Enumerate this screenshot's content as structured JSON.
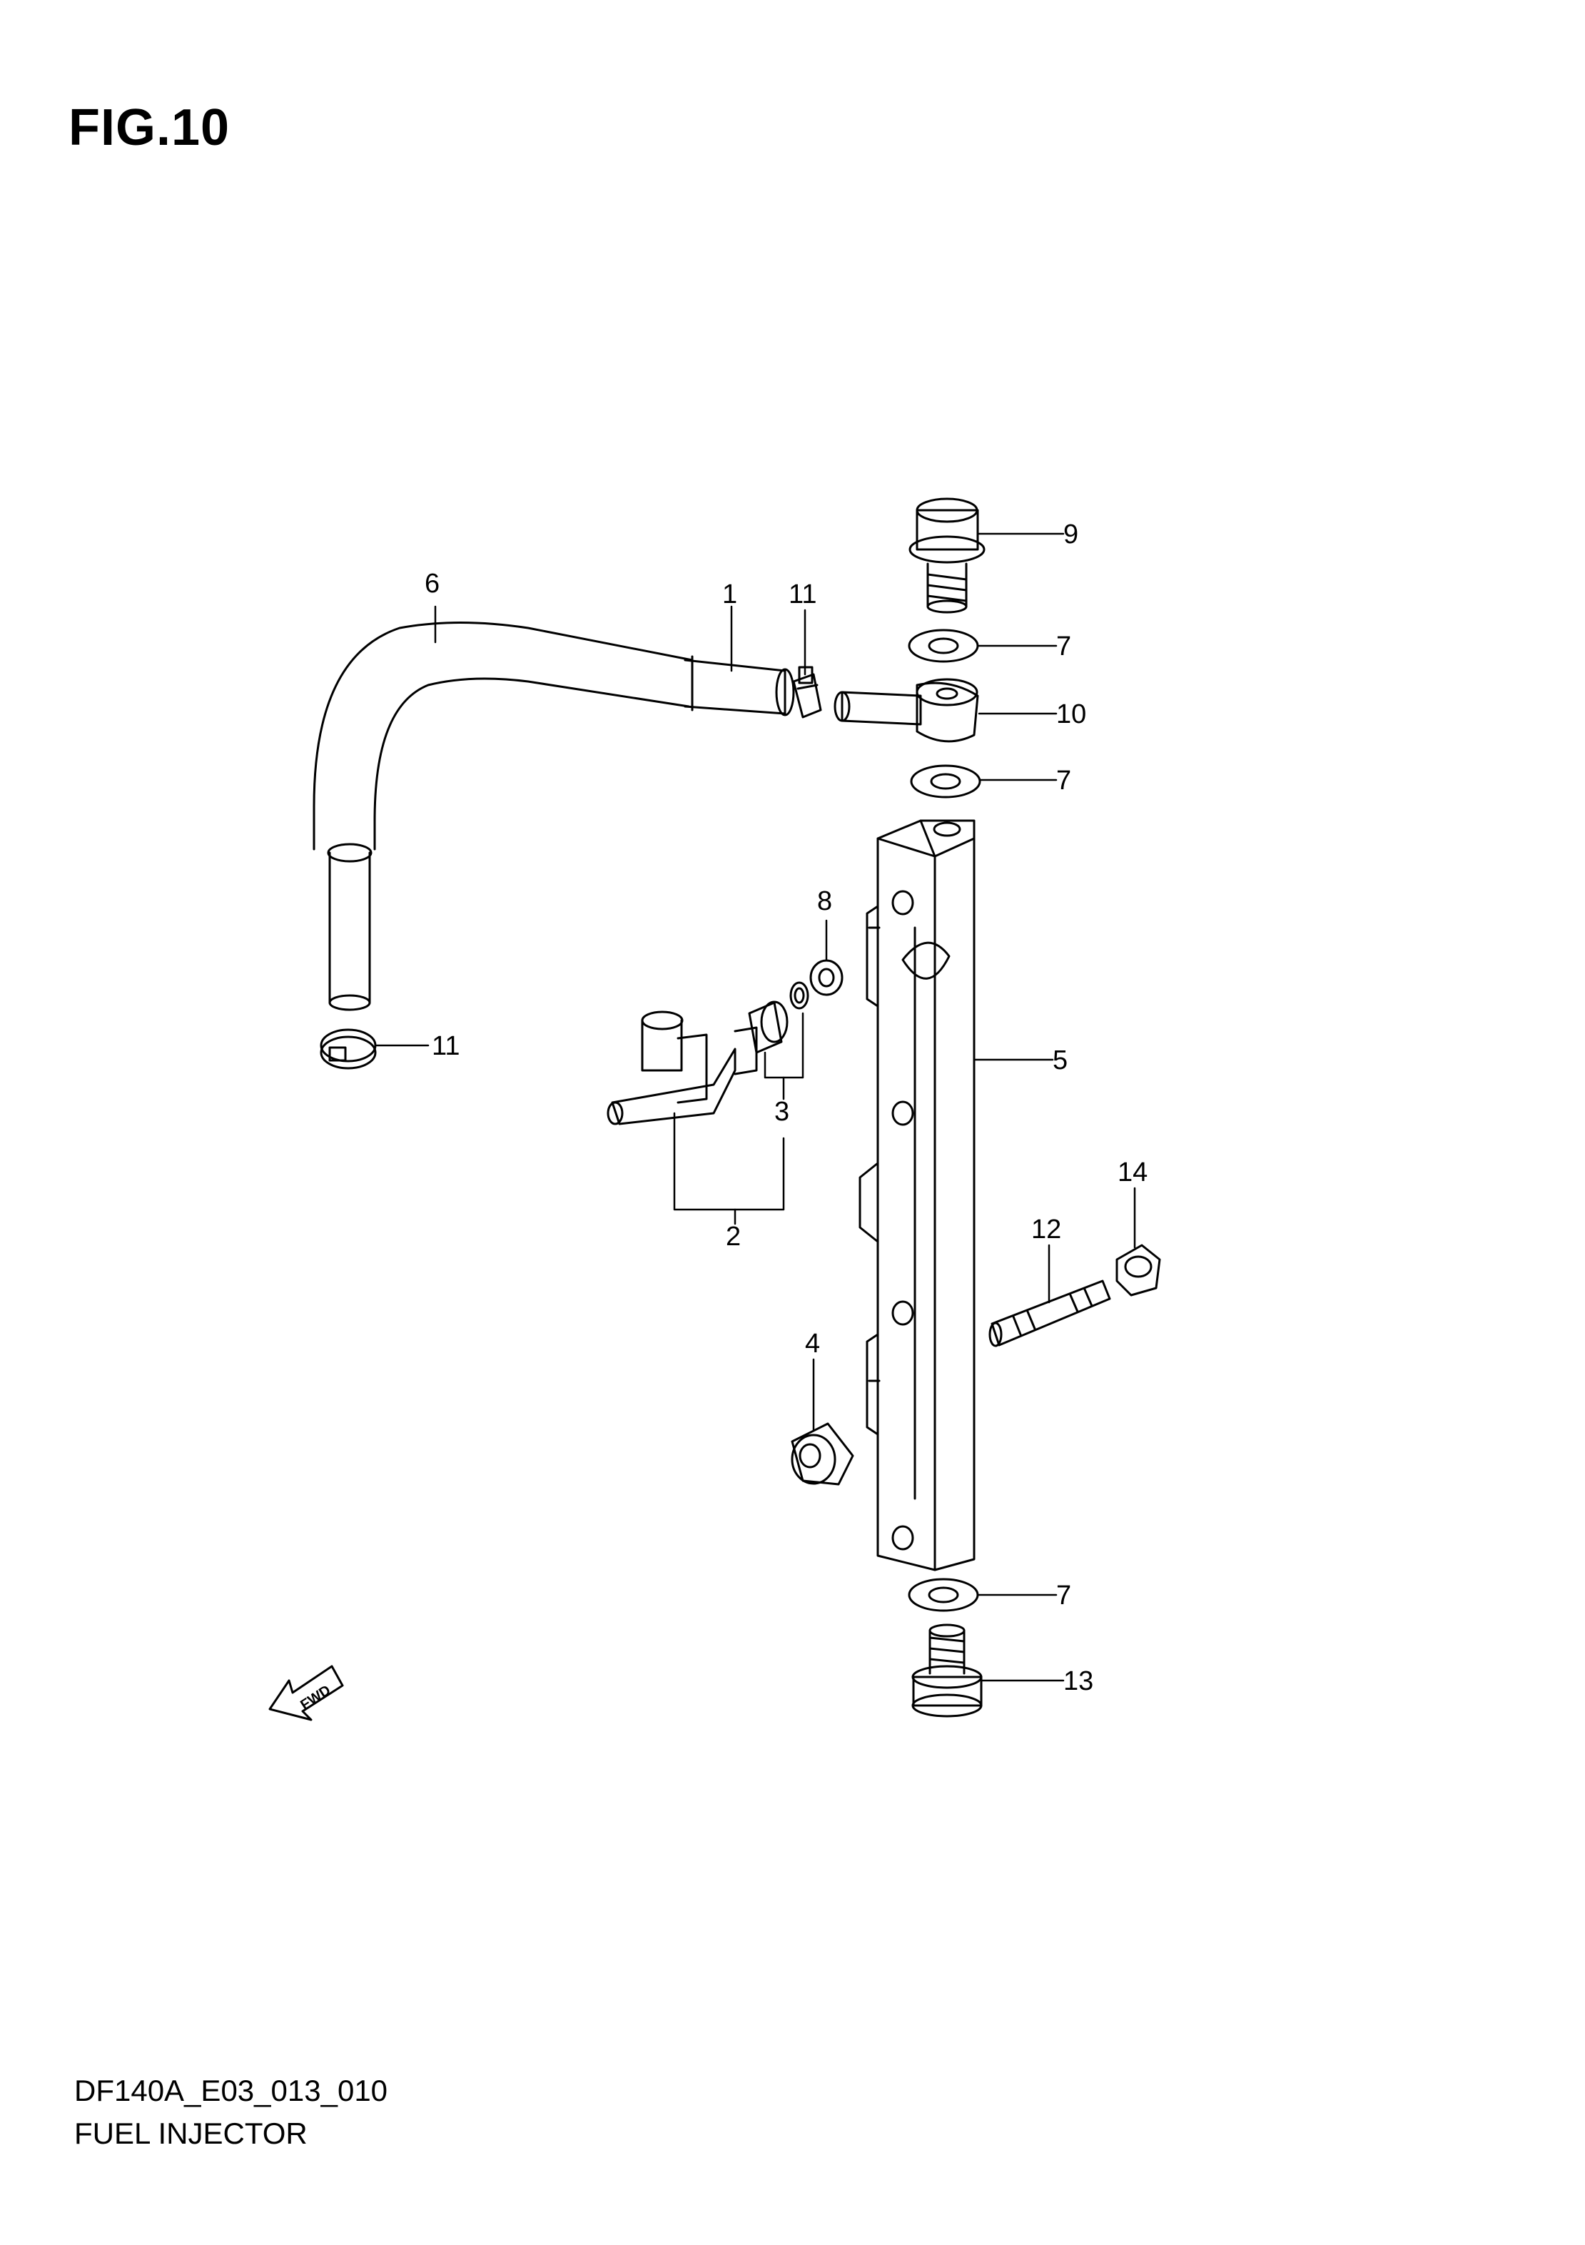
{
  "figure": {
    "title": "FIG.10"
  },
  "footer": {
    "code": "DF140A_E03_013_010",
    "name": "FUEL INJECTOR"
  },
  "callouts": [
    {
      "id": "c9",
      "label": "9"
    },
    {
      "id": "c6",
      "label": "6"
    },
    {
      "id": "c1",
      "label": "1"
    },
    {
      "id": "c11a",
      "label": "11"
    },
    {
      "id": "c7a",
      "label": "7"
    },
    {
      "id": "c10",
      "label": "10"
    },
    {
      "id": "c7b",
      "label": "7"
    },
    {
      "id": "c8",
      "label": "8"
    },
    {
      "id": "c11b",
      "label": "11"
    },
    {
      "id": "c5",
      "label": "5"
    },
    {
      "id": "c3",
      "label": "3"
    },
    {
      "id": "c2",
      "label": "2"
    },
    {
      "id": "c14",
      "label": "14"
    },
    {
      "id": "c12",
      "label": "12"
    },
    {
      "id": "c4",
      "label": "4"
    },
    {
      "id": "c7c",
      "label": "7"
    },
    {
      "id": "c13",
      "label": "13"
    }
  ],
  "direction_marker": {
    "label": "FWD"
  }
}
